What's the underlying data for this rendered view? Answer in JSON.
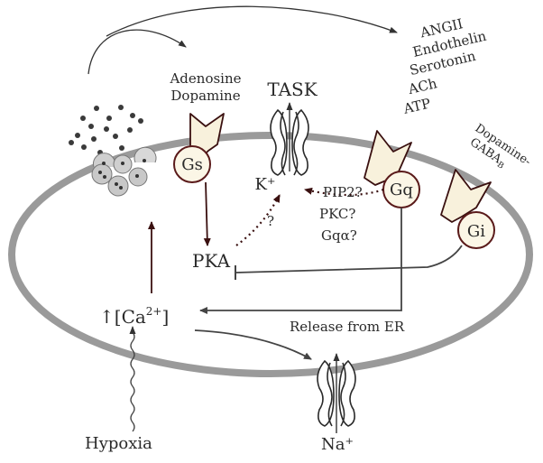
{
  "labels": {
    "adenosine": "Adenosine",
    "dopamine": "Dopamine",
    "task": "TASK",
    "k_plus": "K⁺",
    "gs": "Gs",
    "gq": "Gq",
    "gi": "Gi",
    "angii": "ANGII",
    "endothelin": "Endothelin",
    "serotonin": "Serotonin",
    "ach": "ACh",
    "atp": "ATP",
    "dopamine_gaba_1": "Dopamine-",
    "dopamine_gaba_2": "GABA",
    "gaba_sub": "B",
    "pip2": "PIP2?",
    "pkc": "PKC?",
    "gqa": "Gqα?",
    "question": "?",
    "pka": "PKA",
    "ca_arrow": "↑",
    "ca_open": "[Ca",
    "ca_sup": "2+",
    "ca_close": "]",
    "release_er": "Release from ER",
    "hypoxia": "Hypoxia",
    "na_plus": "Na⁺"
  },
  "colors": {
    "membrane": "#9a9a9a",
    "arrow_dark": "#3a1010",
    "arrow_gray": "#444444",
    "receptor_fill": "#f8f1dc",
    "g_protein_fill": "#fbf6e6",
    "g_protein_stroke": "#5a1a1a",
    "vesicle": "#cfcfcf"
  }
}
